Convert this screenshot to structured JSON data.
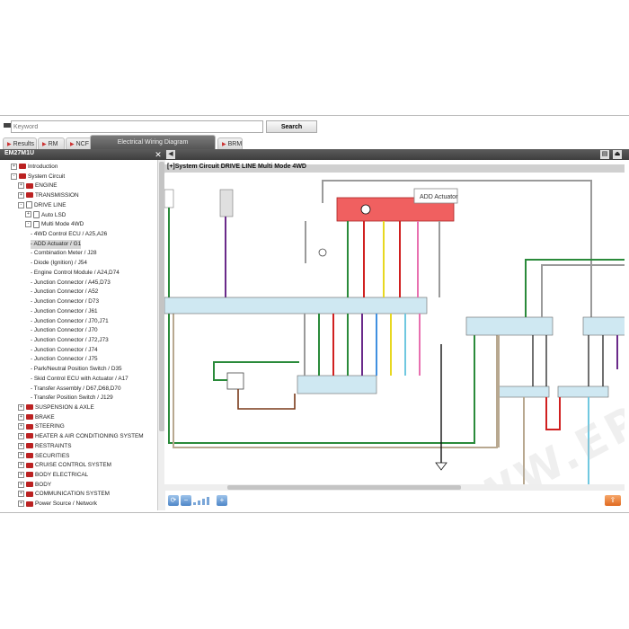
{
  "search": {
    "placeholder": "Keyword",
    "button_label": "Search"
  },
  "tabs": [
    {
      "label": "Results"
    },
    {
      "label": "RM"
    },
    {
      "label": "NCF"
    },
    {
      "label": "Electrical Wiring Diagram"
    },
    {
      "label": "BRM"
    }
  ],
  "panel": {
    "title": "EM27M1U",
    "close_glyph": "✕"
  },
  "tree": [
    {
      "label": "Introduction",
      "level": 0,
      "toggle": "+",
      "icon": "book"
    },
    {
      "label": "System Circuit",
      "level": 0,
      "toggle": "-",
      "icon": "book"
    },
    {
      "label": "ENGINE",
      "level": 1,
      "toggle": "+",
      "icon": "book"
    },
    {
      "label": "TRANSMISSION",
      "level": 1,
      "toggle": "+",
      "icon": "book"
    },
    {
      "label": "DRIVE LINE",
      "level": 1,
      "toggle": "-",
      "icon": "doc"
    },
    {
      "label": "Auto LSD",
      "level": 2,
      "toggle": "+",
      "icon": "doc"
    },
    {
      "label": "Multi Mode 4WD",
      "level": 2,
      "toggle": "-",
      "icon": "doc"
    },
    {
      "label": "- 4WD Control ECU / A25,A26",
      "level": 3
    },
    {
      "label": "- ADD Actuator / G1",
      "level": 3,
      "selected": true
    },
    {
      "label": "- Combination Meter / J28",
      "level": 3
    },
    {
      "label": "- Diode (Ignition) / J54",
      "level": 3
    },
    {
      "label": "- Engine Control Module / A24,D74",
      "level": 3
    },
    {
      "label": "- Junction Connector / A45,D73",
      "level": 3
    },
    {
      "label": "- Junction Connector / A52",
      "level": 3
    },
    {
      "label": "- Junction Connector / D73",
      "level": 3
    },
    {
      "label": "- Junction Connector / J61",
      "level": 3
    },
    {
      "label": "- Junction Connector / J70,J71",
      "level": 3
    },
    {
      "label": "- Junction Connector / J70",
      "level": 3
    },
    {
      "label": "- Junction Connector / J72,J73",
      "level": 3
    },
    {
      "label": "- Junction Connector / J74",
      "level": 3
    },
    {
      "label": "- Junction Connector / J75",
      "level": 3
    },
    {
      "label": "- Park/Neutral Position Switch / D35",
      "level": 3
    },
    {
      "label": "- Skid Control ECU with Actuator / A17",
      "level": 3
    },
    {
      "label": "- Transfer Assembly / D67,D68,D70",
      "level": 3
    },
    {
      "label": "- Transfer Position Switch / J129",
      "level": 3
    },
    {
      "label": "SUSPENSION & AXLE",
      "level": 1,
      "toggle": "+",
      "icon": "book"
    },
    {
      "label": "BRAKE",
      "level": 1,
      "toggle": "+",
      "icon": "book"
    },
    {
      "label": "STEERING",
      "level": 1,
      "toggle": "+",
      "icon": "book"
    },
    {
      "label": "HEATER & AIR CONDITIONING SYSTEM",
      "level": 1,
      "toggle": "+",
      "icon": "book"
    },
    {
      "label": "RESTRAINTS",
      "level": 1,
      "toggle": "+",
      "icon": "book"
    },
    {
      "label": "SECURITIES",
      "level": 1,
      "toggle": "+",
      "icon": "book"
    },
    {
      "label": "CRUISE CONTROL SYSTEM",
      "level": 1,
      "toggle": "+",
      "icon": "book"
    },
    {
      "label": "BODY ELECTRICAL",
      "level": 1,
      "toggle": "+",
      "icon": "book"
    },
    {
      "label": "BODY",
      "level": 1,
      "toggle": "+",
      "icon": "book"
    },
    {
      "label": "COMMUNICATION SYSTEM",
      "level": 1,
      "toggle": "+",
      "icon": "book"
    },
    {
      "label": "Power Source / Network",
      "level": 1,
      "toggle": "+",
      "icon": "book"
    }
  ],
  "diagram": {
    "title": "[+]System Circuit  DRIVE LINE  Multi Mode 4WD",
    "callout": "ADD Actuator",
    "watermark": "WWW.EPCCAD.COM"
  },
  "colors": {
    "header": "#4a4a4a",
    "actuator_fill": "#f06060",
    "callout_border": "#888888",
    "ecu_box": "#cfe8f2",
    "wire_green": "#2a8a3a",
    "wire_purple": "#6a2a8a",
    "wire_tan": "#b8a890",
    "wire_gray": "#9a9a9a",
    "wire_red": "#d02020",
    "wire_yellow": "#e8d820",
    "wire_pink": "#e870b0",
    "wire_blue": "#4090e0",
    "wire_lightblue": "#70c8e0",
    "wire_black": "#111111",
    "wire_brown": "#7a3a1a"
  },
  "icons": {
    "keyword": "key-icon",
    "back": "back-arrow-icon",
    "print": "printer-icon",
    "exit": "exit-icon",
    "zoom_fit": "zoom-fit-icon",
    "zoom_out": "zoom-out-icon",
    "zoom_in": "zoom-in-icon",
    "export": "export-icon"
  }
}
